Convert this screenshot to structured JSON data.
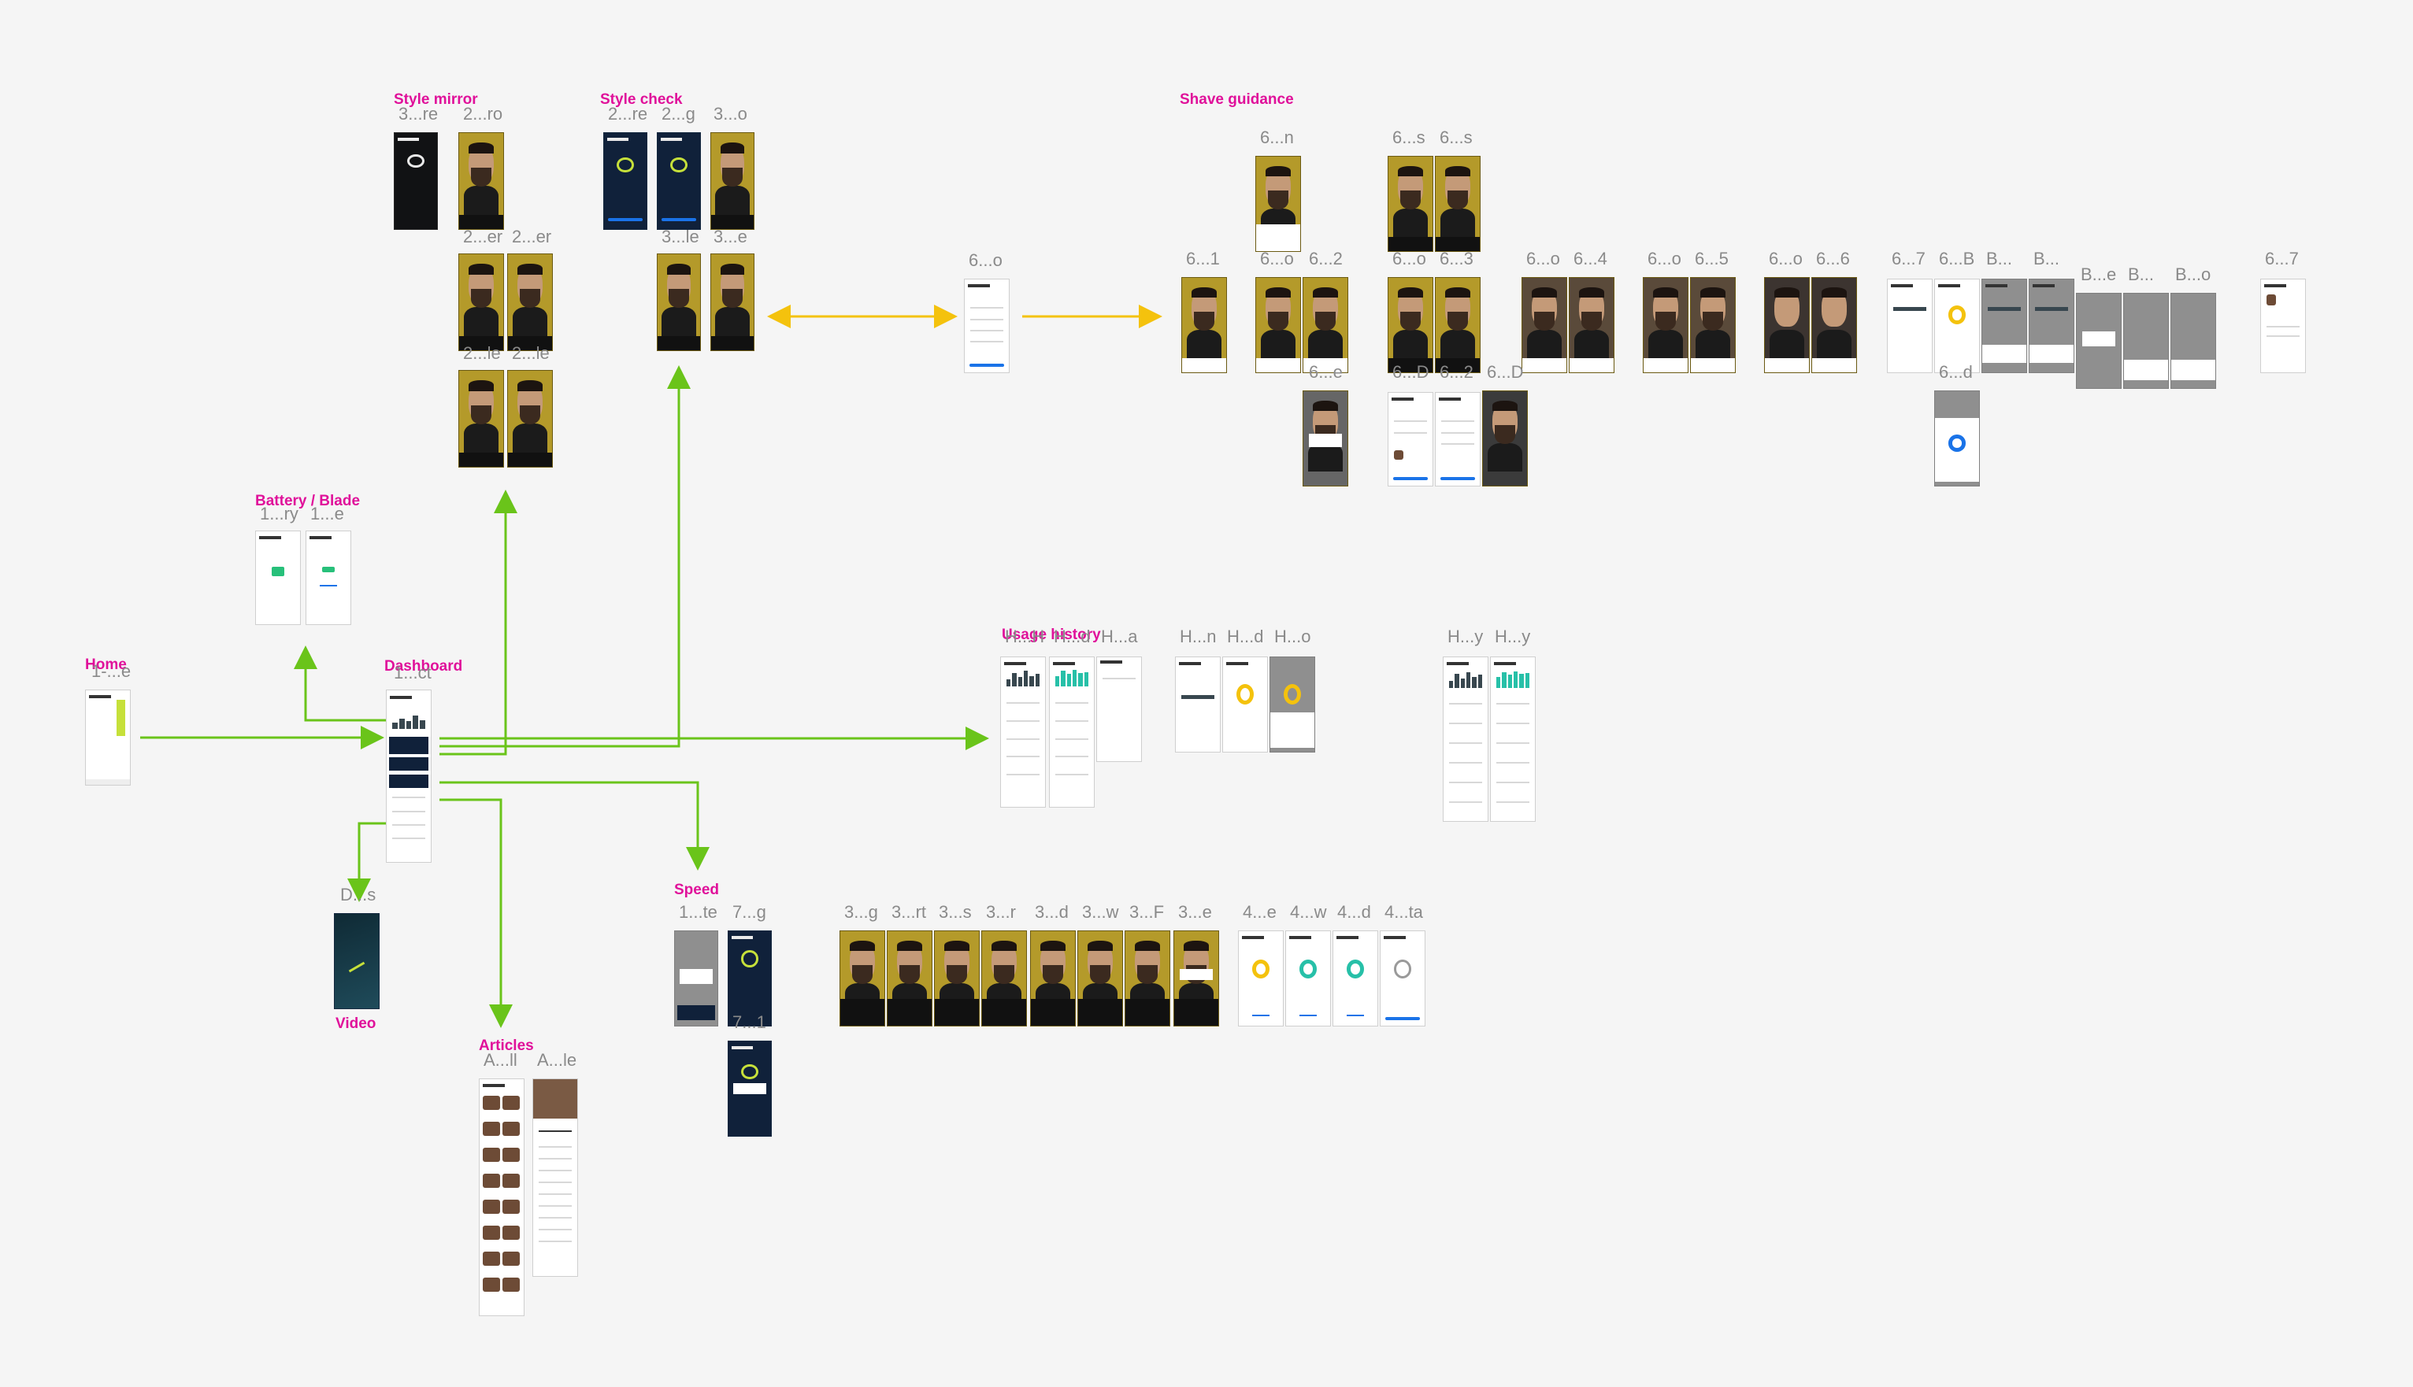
{
  "canvas": {
    "sections": {
      "style_mirror": "Style mirror",
      "style_check": "Style check",
      "shave_guidance": "Shave guidance",
      "battery_blade": "Battery / Blade",
      "home": "Home",
      "dashboard": "Dashboard",
      "usage_history": "Usage history",
      "speed": "Speed",
      "video": "Video",
      "articles": "Articles"
    },
    "frame_names": {
      "sm_1": "3...re",
      "sm_2": "2...ro",
      "sm_3": "2...er",
      "sm_4": "2...er",
      "sm_5": "2...le",
      "sm_6": "2...le",
      "sc_1": "2...re",
      "sc_2": "2...g",
      "sc_3": "3...o",
      "sc_4": "3...le",
      "sc_5": "3...e",
      "mid": "6...o",
      "sg_top1": "6...n",
      "sg_top2": "6...s",
      "sg_top3": "6...s",
      "sg_1": "6...1",
      "sg_2": "6...o",
      "sg_3": "6...2",
      "sg_4": "6...o",
      "sg_5": "6...3",
      "sg_6": "6...o",
      "sg_7": "6...4",
      "sg_8": "6...o",
      "sg_9": "6...5",
      "sg_10": "6...o",
      "sg_11": "6...6",
      "sg_12": "6...7",
      "sg_13": "6...B",
      "sg_14": "B...",
      "sg_15": "B...",
      "sg_16": "B...e",
      "sg_17": "B...",
      "sg_18": "B...o",
      "sg_19": "6...7",
      "sg_r3_1": "6...e",
      "sg_r3_2": "6...D",
      "sg_r3_3": "6...2",
      "sg_r3_4": "6...D",
      "sg_r3_5": "6...d",
      "bb_1": "1...ry",
      "bb_2": "1...e",
      "home": "1-...e",
      "dash": "1...ct",
      "uh_1": "H...H",
      "uh_2": "H...d",
      "uh_3": "H...a",
      "uh_4": "H...n",
      "uh_5": "H...d",
      "uh_6": "H...o",
      "uh_7": "H...y",
      "uh_8": "H...y",
      "video": "D...s",
      "speed_1": "1...te",
      "speed_2": "7...g",
      "speed_3": "7...1",
      "sp_1": "3...g",
      "sp_2": "3...rt",
      "sp_3": "3...s",
      "sp_4": "3...r",
      "sp_5": "3...d",
      "sp_6": "3...w",
      "sp_7": "3...F",
      "sp_8": "3...e",
      "res_1": "4...e",
      "res_2": "4...w",
      "res_3": "4...d",
      "res_4": "4...ta",
      "art_1": "A...ll",
      "art_2": "A...le"
    },
    "colors": {
      "background": "#f5f5f5",
      "section_label": "#e0109a",
      "flow_green": "#6ac41a",
      "flow_yellow": "#f4c20d",
      "frame_name": "#8a8a8a"
    }
  }
}
